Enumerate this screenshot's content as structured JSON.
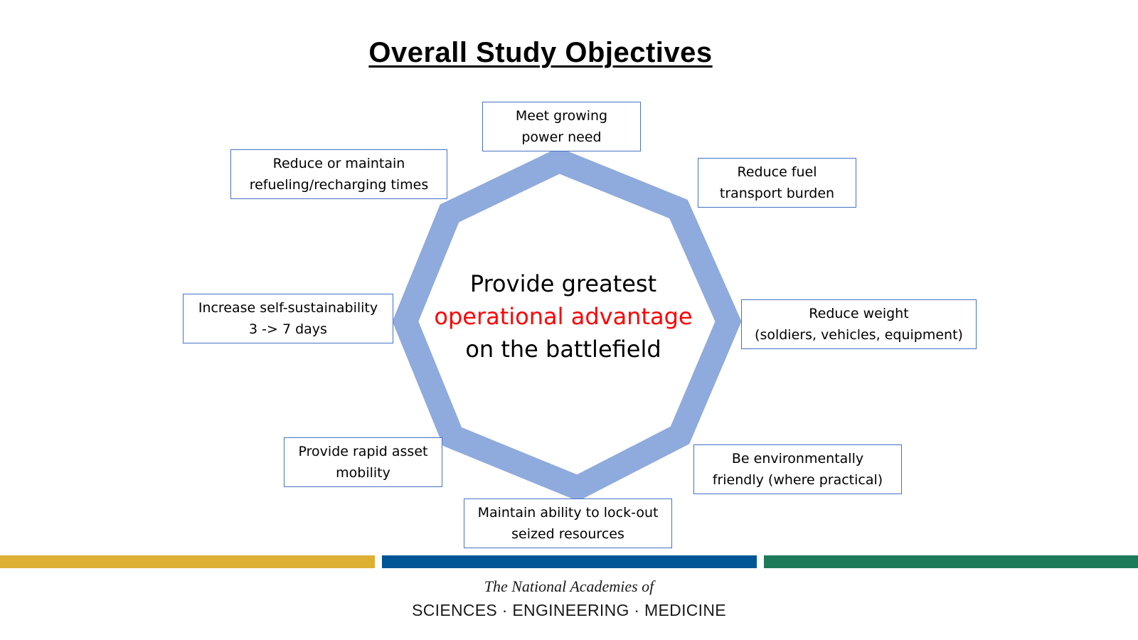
{
  "title": "Overall Study Objectives",
  "center": {
    "line1": "Provide greatest",
    "line2": "operational advantage",
    "line3": "on the battlefield"
  },
  "objectives": [
    {
      "line1": "Meet growing",
      "line2": "power need"
    },
    {
      "line1": "Reduce fuel",
      "line2": "transport burden"
    },
    {
      "line1": "Reduce weight",
      "line2": "(soldiers, vehicles, equipment)"
    },
    {
      "line1": "Be environmentally",
      "line2": "friendly (where practical)"
    },
    {
      "line1": "Maintain ability to lock-out",
      "line2": "seized resources"
    },
    {
      "line1": "Provide rapid asset",
      "line2": "mobility"
    },
    {
      "line1": "Increase self-sustainability",
      "line2": "3 -> 7 days"
    },
    {
      "line1": "Reduce or maintain",
      "line2": "refueling/recharging times"
    }
  ],
  "footer": {
    "line1": "The National Academies of",
    "line2": "SCIENCES · ENGINEERING · MEDICINE"
  },
  "colors": {
    "octagon": "#8faadc",
    "box_border": "#4472c4",
    "accent_text": "#ff0000",
    "stripe_gold": "#ddb033",
    "stripe_blue": "#005596",
    "stripe_green": "#1e7b5a"
  }
}
